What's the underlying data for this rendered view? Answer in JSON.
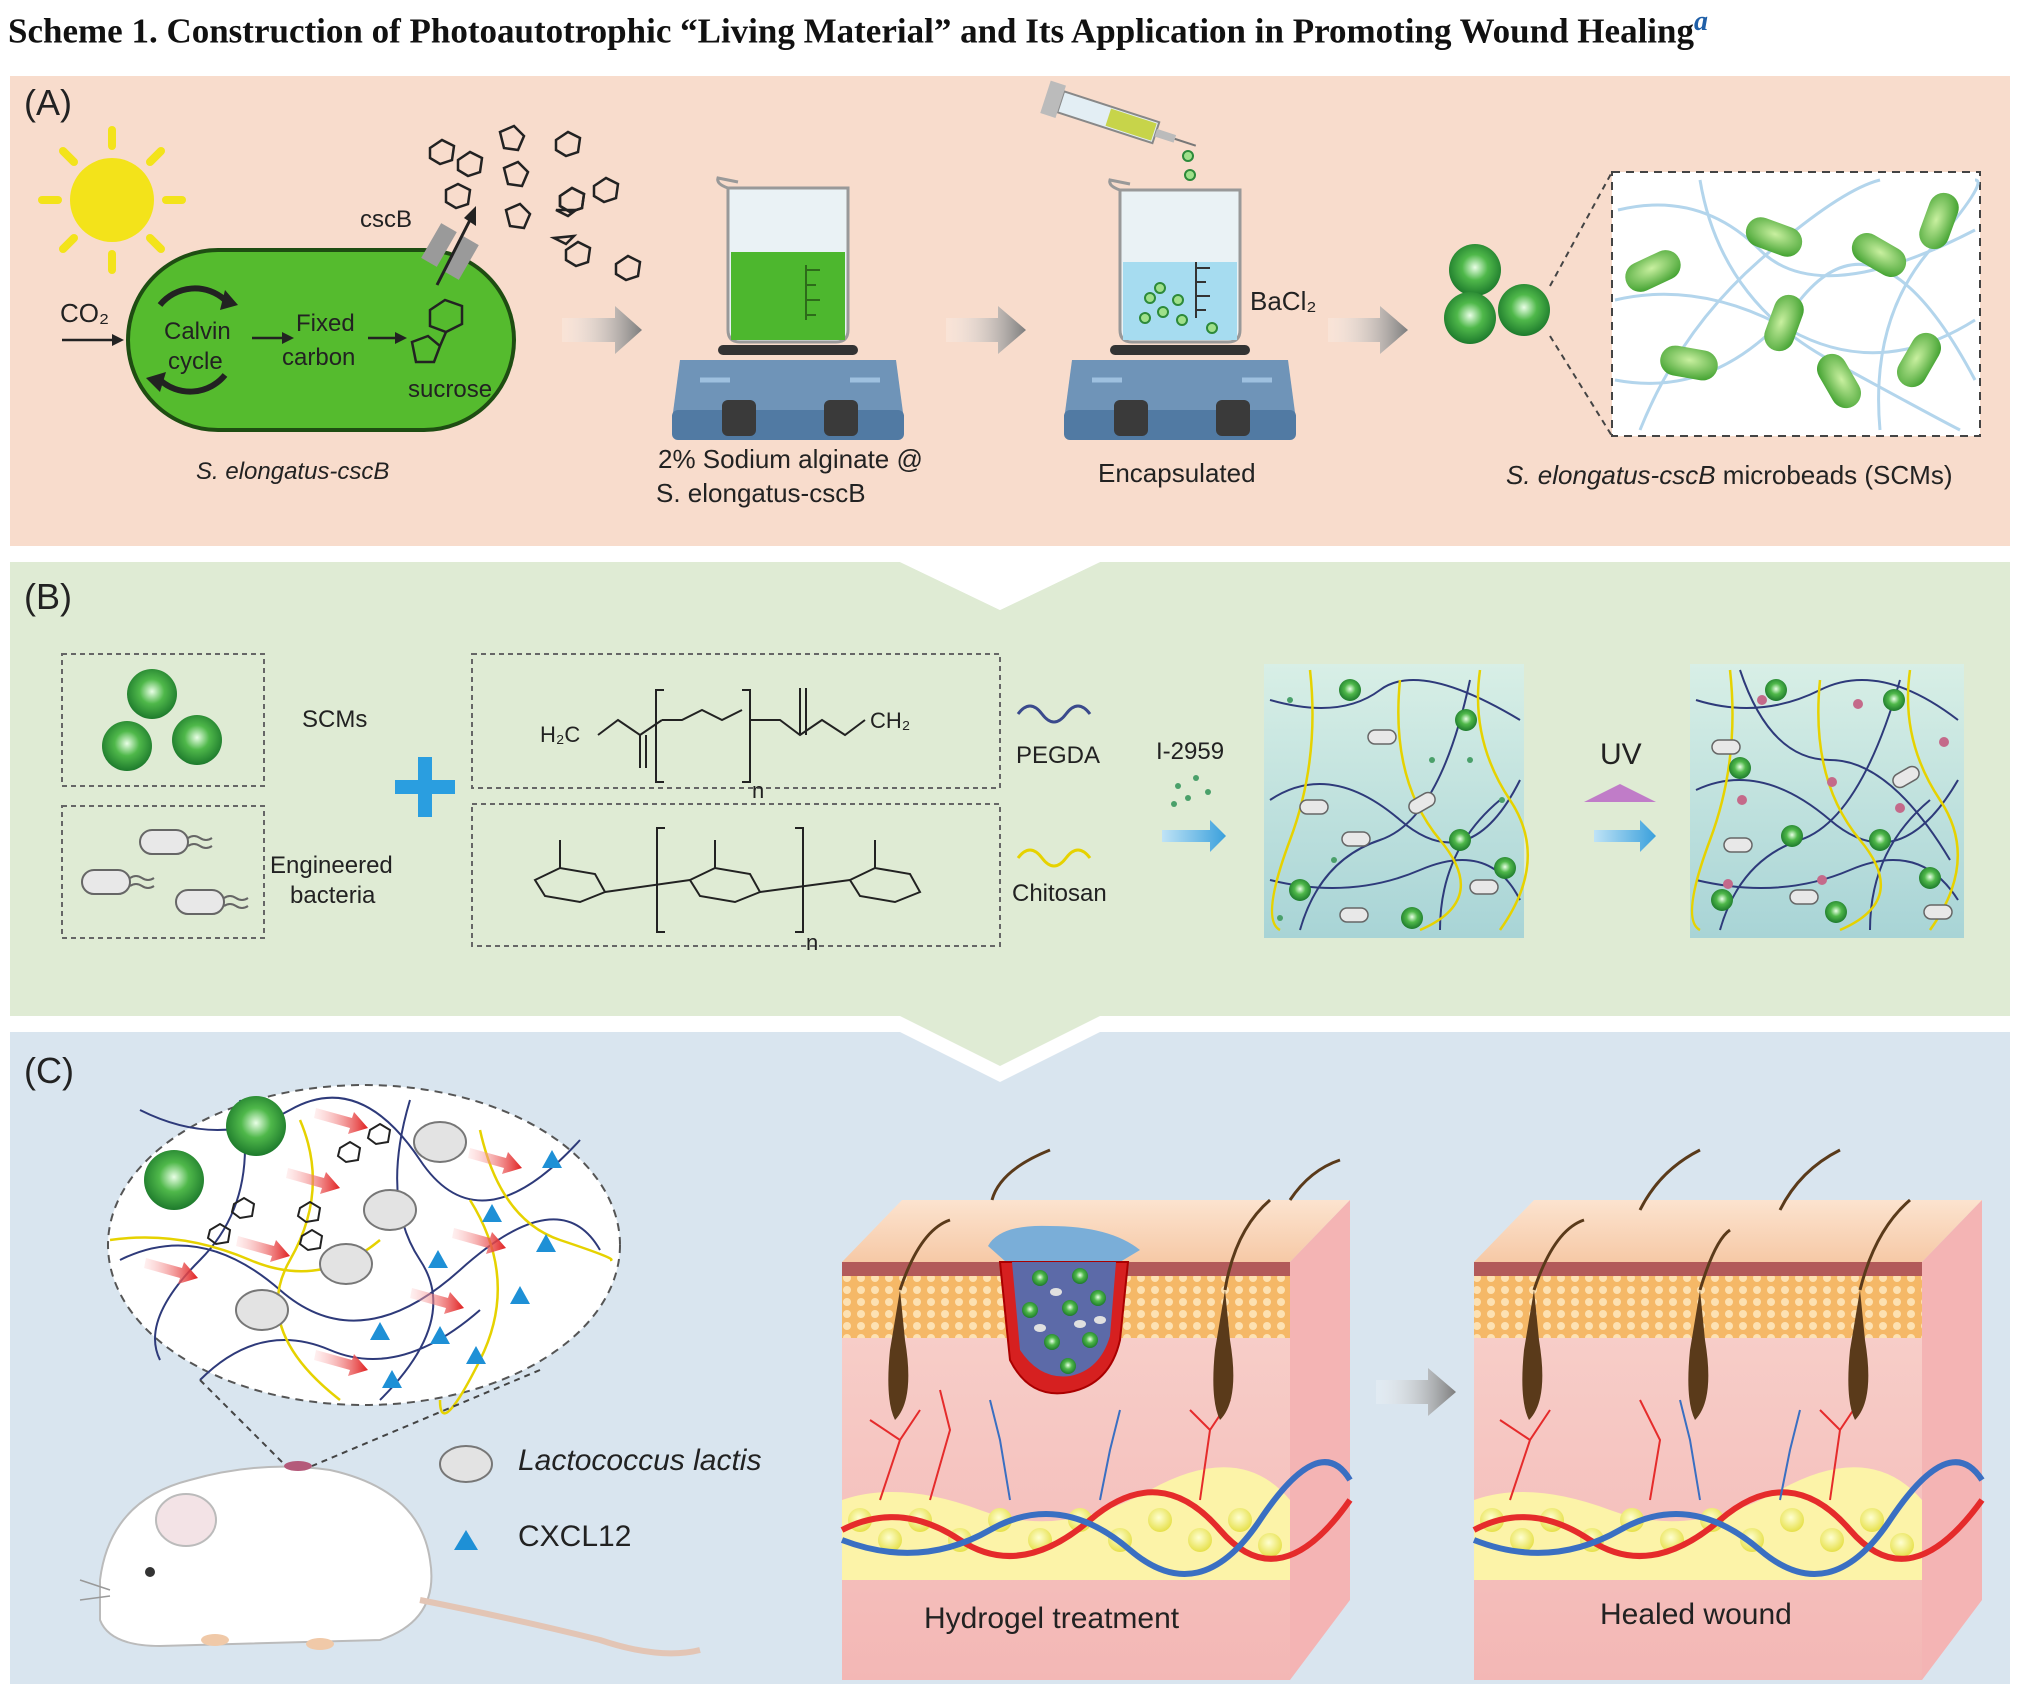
{
  "title": "Scheme 1. Construction of Photoautotrophic “Living Material” and Its Application in Promoting Wound Healing",
  "title_footnote": "a",
  "colors": {
    "panel_a_bg": "#f7dccd",
    "panel_b_bg": "#dde9d3",
    "panel_c_bg": "#d8e5ef",
    "cell_green": "#4caf2c",
    "bead_green": "#2d9a3a",
    "arrow_gray": "#8a8a8a",
    "cxcl12_blue": "#1e90d6",
    "chitosan_yellow": "#e6d200",
    "pegda_blue": "#3a4a8c"
  },
  "panel_a": {
    "tag": "(A)",
    "co2": "CO₂",
    "calvin": "Calvin",
    "cycle": "cycle",
    "fixed": "Fixed",
    "carbon": "carbon",
    "sucrose": "sucrose",
    "cscb": "cscB",
    "strain_label": "S. elongatus-cscB",
    "beaker1_line1": "2% Sodium alginate @",
    "beaker1_line2": "S. elongatus-cscB",
    "bacl2": "BaCl₂",
    "encapsulated": "Encapsulated",
    "scm_italic": "S. elongatus-cscB",
    "scm_rest": " microbeads (SCMs)"
  },
  "panel_b": {
    "tag": "(B)",
    "scms": "SCMs",
    "engineered_line1": "Engineered",
    "engineered_line2": "bacteria",
    "pegda": "PEGDA",
    "chitosan": "Chitosan",
    "initiator": "I-2959",
    "uv": "UV",
    "h2c": "H₂C",
    "ch2": "CH₂",
    "n": "n"
  },
  "panel_c": {
    "tag": "(C)",
    "legend_lactis": "Lactococcus lactis",
    "legend_cxcl12": "CXCL12",
    "hydrogel_treatment": "Hydrogel treatment",
    "healed_wound": "Healed wound"
  }
}
